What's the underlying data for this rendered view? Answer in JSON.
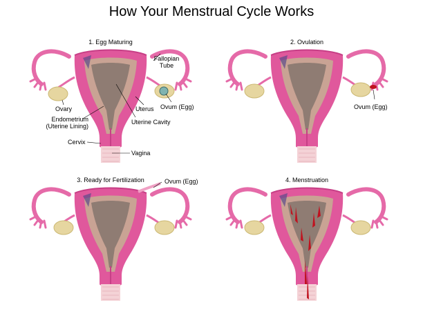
{
  "title": "How Your Menstrual Cycle Works",
  "panels": [
    {
      "title": "1. Egg Maturing"
    },
    {
      "title": "2. Ovulation"
    },
    {
      "title": "3. Ready for Fertilization"
    },
    {
      "title": "4. Menstruation"
    }
  ],
  "labels": {
    "fallopian_tube_1": "Fallopian",
    "fallopian_tube_2": "Tube",
    "ovary": "Ovary",
    "uterus": "Uterus",
    "ovum_egg": "Ovum (Egg)",
    "endometrium_1": "Endometrium",
    "endometrium_2": "(Uterine Lining)",
    "uterine_cavity": "Uterine Cavity",
    "cervix": "Cervix",
    "vagina": "Vagina"
  },
  "colors": {
    "uterus": "#e0589c",
    "uterus_dark": "#c73f86",
    "tube": "#e56aa8",
    "cavity": "#8f7c73",
    "lining": "#c9a394",
    "ovary": "#e6d6a0",
    "vagina": "#f4d2d6",
    "blood": "#c0121f",
    "egg": "#7fb3b0"
  }
}
